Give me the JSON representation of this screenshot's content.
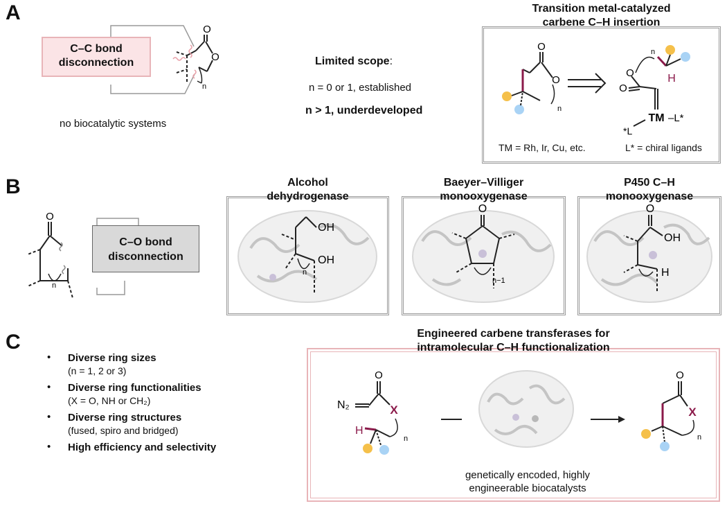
{
  "panel_a": {
    "letter": "A",
    "disconnection_label": [
      "C–C bond",
      "disconnection"
    ],
    "no_biocatalytic": "no biocatalytic systems",
    "limited_scope_title": "Limited scope",
    "limited_scope_colon": ":",
    "scope_line1": "n = 0 or 1, established",
    "scope_line2": "n > 1, underdeveloped",
    "tm_box_title": [
      "Transition metal-catalyzed",
      "carbene C–H insertion"
    ],
    "tm_caption_left": "TM = Rh, Ir, Cu, etc.",
    "tm_caption_right": "L* = chiral ligands",
    "struct_O": "O",
    "struct_n": "n",
    "struct_H": "H",
    "struct_TM": "TM",
    "struct_L_right": "–L*",
    "struct_L_left": "*L"
  },
  "panel_b": {
    "letter": "B",
    "disconnection_label": [
      "C–O bond",
      "disconnection"
    ],
    "enzymes": [
      {
        "title": [
          "Alcohol",
          "dehydrogenase"
        ],
        "labels": [
          "OH",
          "OH",
          "n"
        ]
      },
      {
        "title": [
          "Baeyer–Villiger",
          "monooxygenase"
        ],
        "labels": [
          "O",
          "n−1"
        ]
      },
      {
        "title": [
          "P450 C–H",
          "monooxygenase"
        ],
        "labels": [
          "O",
          "OH",
          "H"
        ]
      }
    ],
    "struct_O": "O",
    "struct_n": "n"
  },
  "panel_c": {
    "letter": "C",
    "bullets": [
      {
        "title": "Diverse ring sizes",
        "sub": "(n = 1, 2 or 3)"
      },
      {
        "title": "Diverse ring functionalities",
        "sub": "(X = O, NH or CH₂)"
      },
      {
        "title": "Diverse ring structures",
        "sub": "(fused, spiro and bridged)"
      },
      {
        "title": "High efficiency and selectivity",
        "sub": ""
      }
    ],
    "box_title": [
      "Engineered carbene transferases for",
      "intramolecular C–H functionalization"
    ],
    "box_caption": [
      "genetically encoded, highly",
      "engineerable biocatalysts"
    ],
    "struct_N2": "N₂",
    "struct_O": "O",
    "struct_X": "X",
    "struct_H": "H",
    "struct_n": "n"
  },
  "colors": {
    "magenta": "#8b1a4a",
    "pink_fill": "#fbe4e6",
    "pink_border": "#e8b4b8",
    "gray_fill": "#d9d9d9",
    "yellow_ball": "#f5c04a",
    "blue_ball": "#a9d3f5",
    "frame_gray": "#9a9a9a"
  }
}
